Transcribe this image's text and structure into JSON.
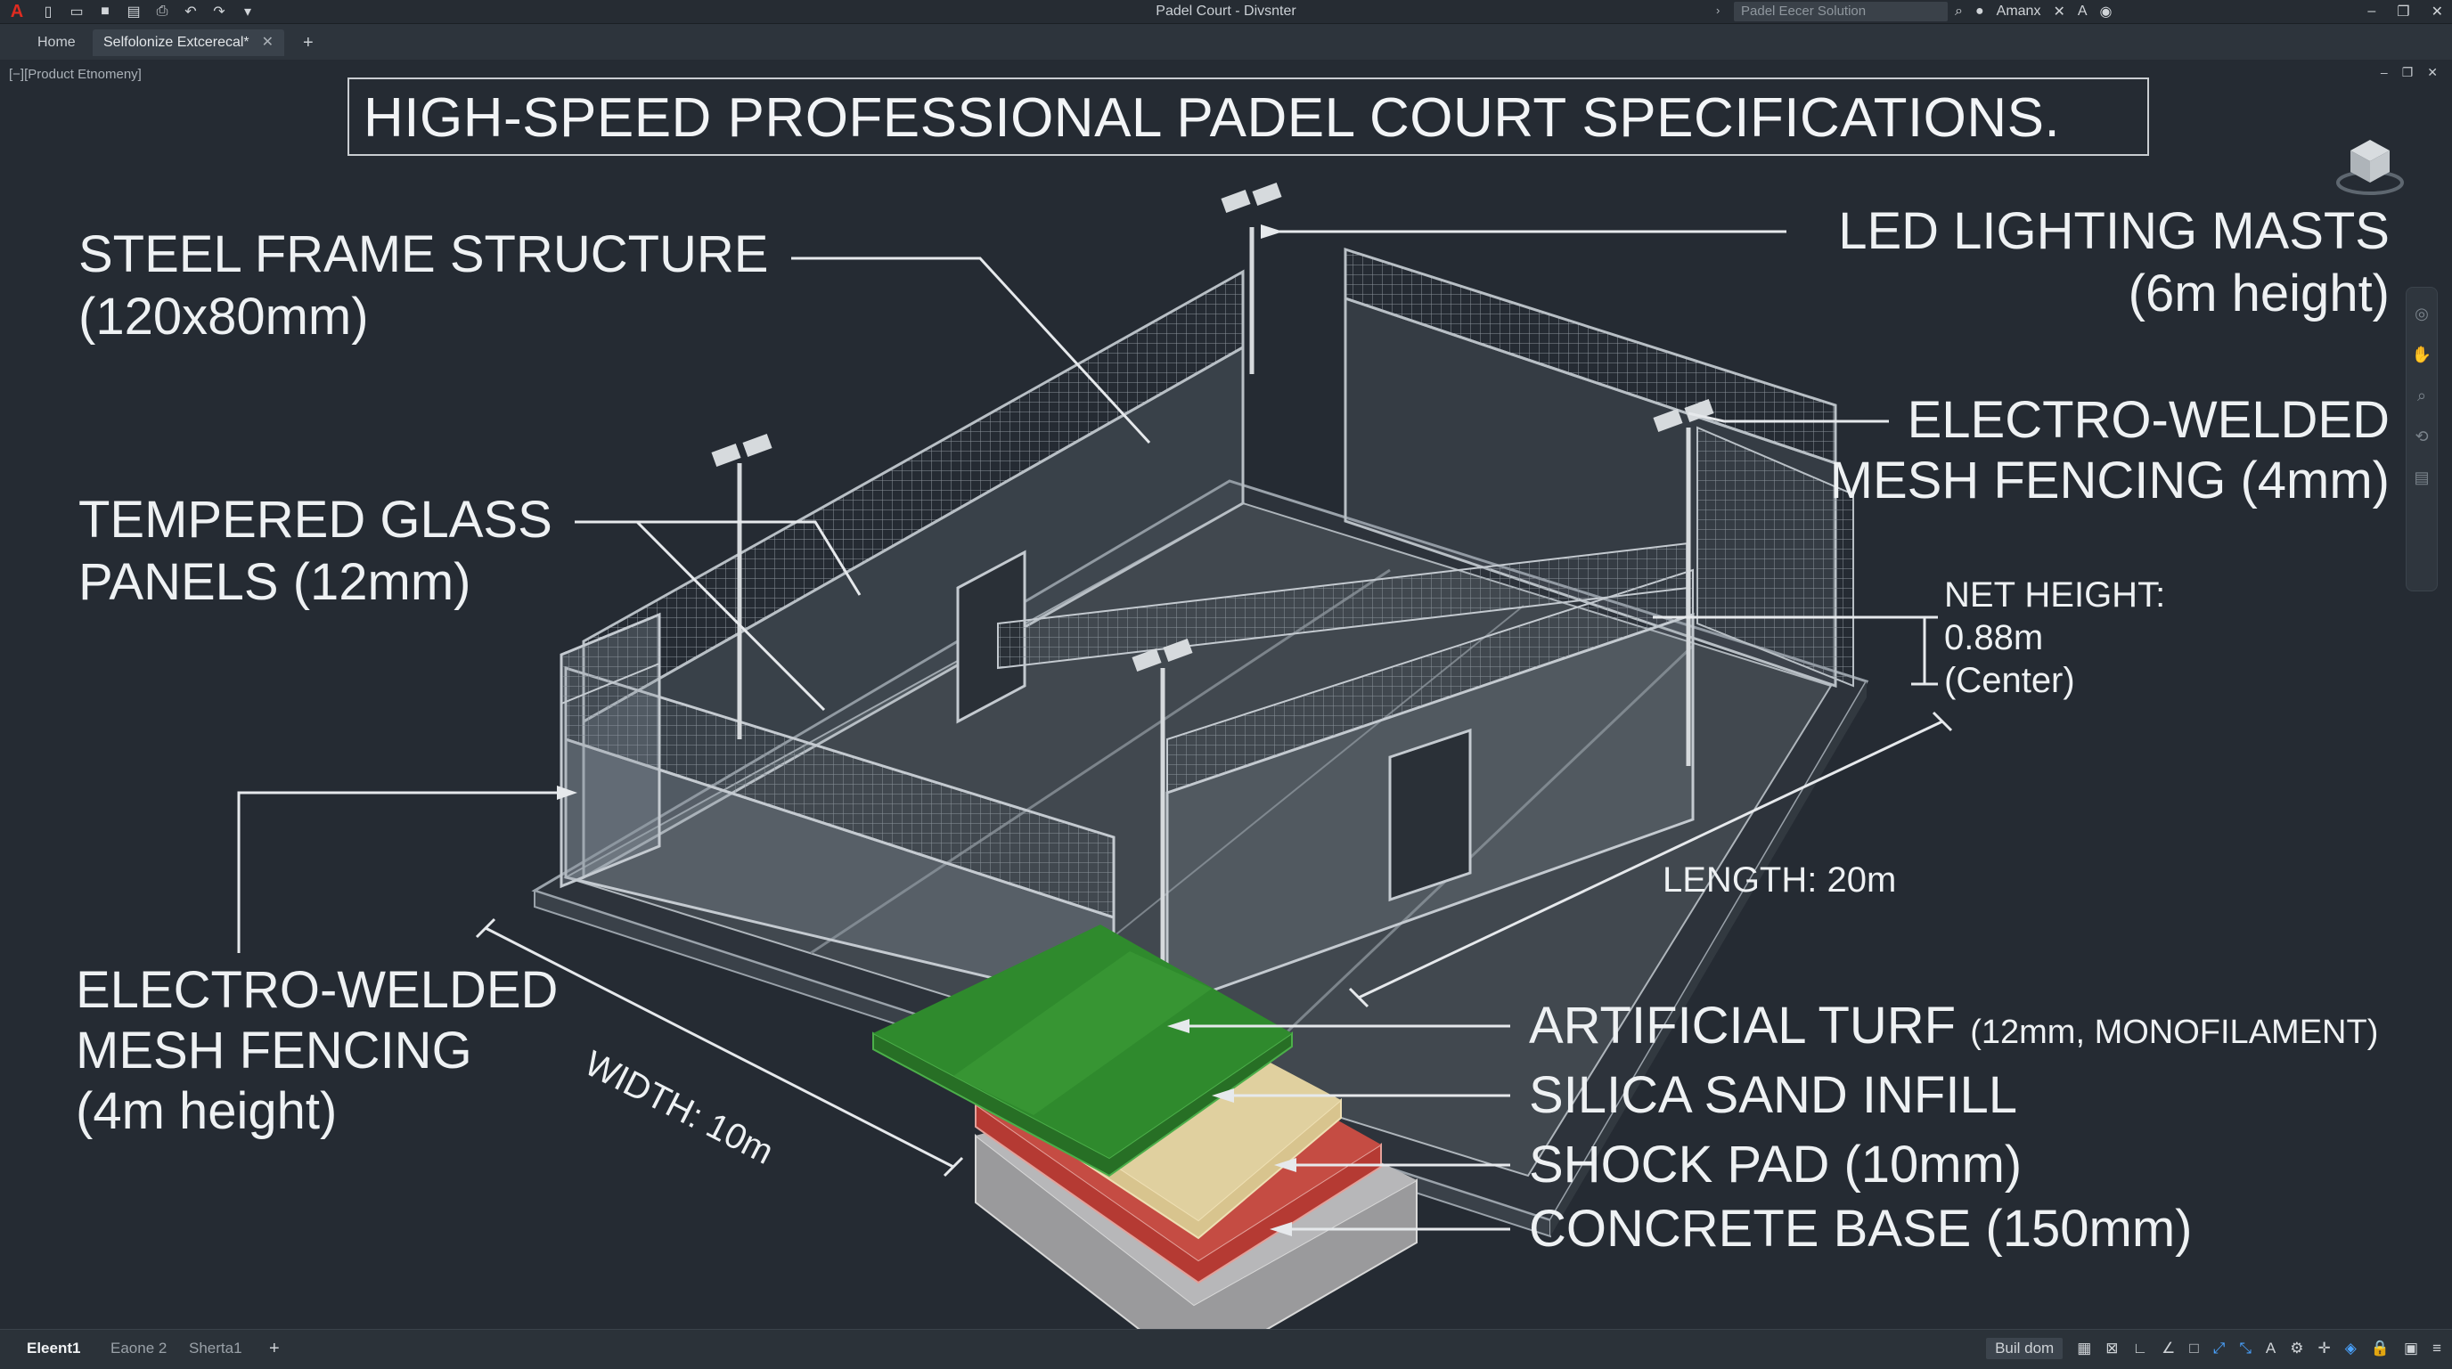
{
  "app": {
    "window_title": "Padel Court - Divsnter",
    "search_placeholder": "Padel Eecer Solution",
    "user": "Amanx"
  },
  "tabs": {
    "home": "Home",
    "doc": "Selfolonize Extcerecal*"
  },
  "viewport": {
    "label": "[−][Product Etnomeny]"
  },
  "drawing": {
    "title": "HIGH-SPEED PROFESSIONAL PADEL COURT SPECIFICATIONS.",
    "labels": {
      "steel_1": "STEEL FRAME STRUCTURE",
      "steel_2": "(120x80mm)",
      "glass_1": "TEMPERED GLASS",
      "glass_2": "PANELS (12mm)",
      "mesh_left_1": "ELECTRO-WELDED",
      "mesh_left_2": "MESH FENCING",
      "mesh_left_3": "(4m height)",
      "led_1": "LED LIGHTING MASTS",
      "led_2": "(6m height)",
      "mesh_right_1": "ELECTRO-WELDED",
      "mesh_right_2": "MESH FENCING (4mm)",
      "net_1": "NET HEIGHT:",
      "net_2": "0.88m",
      "net_3": "(Center)",
      "length": "LENGTH: 20m",
      "width": "WIDTH: 10m",
      "turf": "ARTIFICIAL TURF",
      "turf_small": "(12mm, MONOFILAMENT)",
      "sand": "SILICA SAND INFILL",
      "shock": "SHOCK PAD (10mm)",
      "concrete": "CONCRETE BASE (150mm)"
    },
    "colors": {
      "turf": "#2f8a2d",
      "sand": "#d8c48e",
      "shock": "#b53a33",
      "concrete": "#9a9a9c"
    }
  },
  "layout_tabs": {
    "model": "Eleent1",
    "layout2": "Eaone 2",
    "layout3": "Sherta1"
  },
  "status": {
    "mode": "Buil dom"
  }
}
